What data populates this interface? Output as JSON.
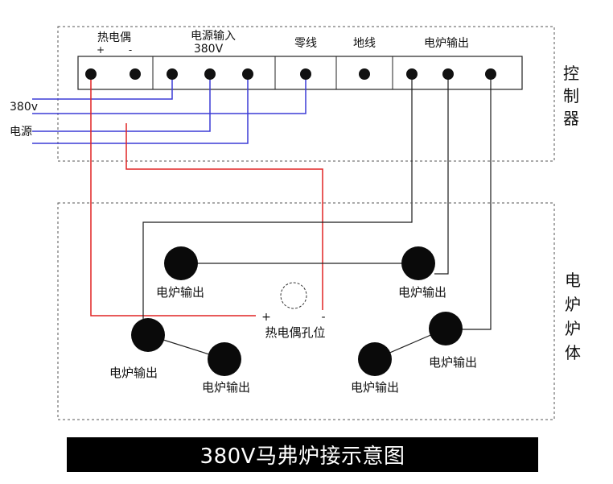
{
  "controller": {
    "label_chars": [
      "控",
      "制",
      "器"
    ],
    "terminals": {
      "thermocouple": "热电偶",
      "thermo_plus": "+",
      "thermo_minus": "-",
      "power_input": "电源输入",
      "power_voltage": "380V",
      "neutral": "零线",
      "ground": "地线",
      "furnace_output": "电炉输出"
    }
  },
  "supply": {
    "voltage": "380v",
    "power": "电源"
  },
  "furnace": {
    "label_chars": [
      "电",
      "炉",
      "炉",
      "体"
    ],
    "output_label": "电炉输出",
    "thermo_hole": "热电偶孔位",
    "thermo_plus": "+",
    "thermo_minus": "-"
  },
  "caption": "380V马弗炉接示意图",
  "colors": {
    "supply_wire": "#3b3bd6",
    "thermo_wire": "#e02424",
    "output_wire": "#1a1a1a",
    "dashed_border": "#555555",
    "title_bg": "#000000"
  }
}
